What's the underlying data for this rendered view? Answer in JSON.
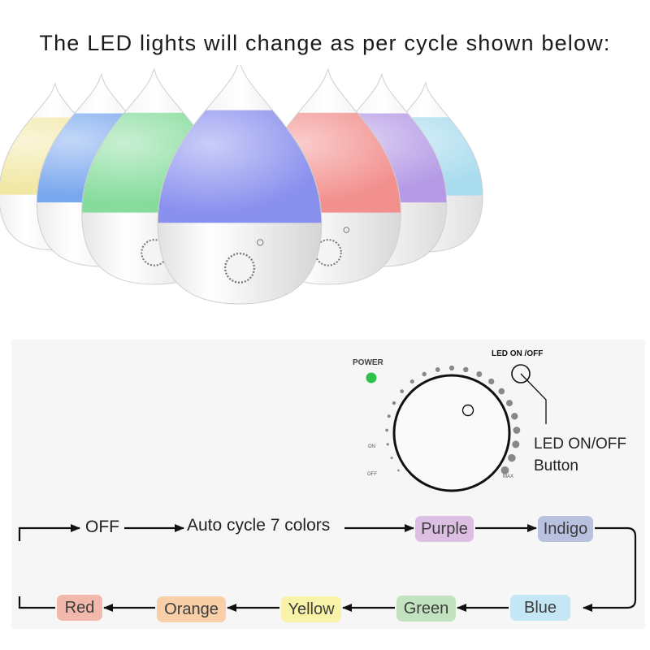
{
  "headline": "The LED lights will change as per cycle shown below:",
  "humidifier_colors": [
    "#f2e8a6",
    "#7aa8ee",
    "#86dc9c",
    "#8a90ee",
    "#f2908e",
    "#b59ae6",
    "#a9dcee"
  ],
  "control_panel": {
    "power_label": "POWER",
    "power_led_color": "#2fc24a",
    "led_toggle_label": "LED ON /OFF",
    "dial_on_label": "ON",
    "dial_off_label": "OFF",
    "dial_max_label": "MAX",
    "callout_line1": "LED ON/OFF",
    "callout_line2": "Button"
  },
  "cycle": {
    "off_label": "OFF",
    "auto_label": "Auto cycle 7 colors",
    "colors": [
      {
        "name": "Purple",
        "color": "#ddbfe3"
      },
      {
        "name": "Indigo",
        "color": "#b9c1e0"
      },
      {
        "name": "Blue",
        "color": "#c5e6f4"
      },
      {
        "name": "Green",
        "color": "#c3e3c0"
      },
      {
        "name": "Yellow",
        "color": "#f8f3a9"
      },
      {
        "name": "Orange",
        "color": "#f9cfa8"
      },
      {
        "name": "Red",
        "color": "#f3b8ac"
      }
    ]
  }
}
